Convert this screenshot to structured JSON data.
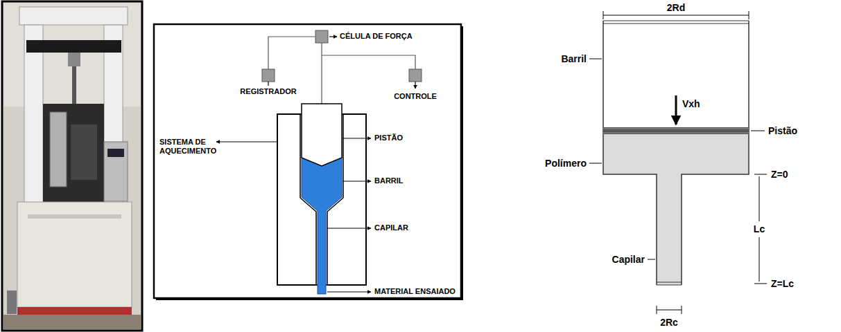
{
  "diagram": {
    "labels": [
      "CÉLULA DE FORÇA",
      "REGISTRADOR",
      "CONTROLE",
      "PISTÃO",
      "SISTEMA DE AQUECIMENTO",
      "BARRIL",
      "CAPILAR",
      "MATERIAL ENSAIADO",
      "2Rd",
      "Barril",
      "Vxh",
      "Pistão",
      "Polímero",
      "Z=0",
      "Lc",
      "Capilar",
      "Z=Lc",
      "2Rc"
    ]
  }
}
